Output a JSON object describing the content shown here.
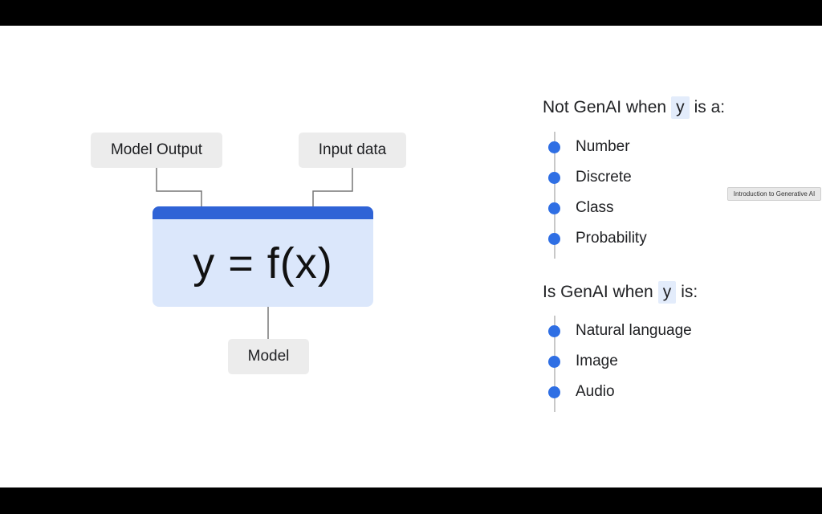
{
  "diagram": {
    "model_output_label": "Model Output",
    "input_data_label": "Input data",
    "formula": "y = f(x)",
    "model_label": "Model",
    "box_accent_color": "#2f63d6",
    "box_fill_color": "#dbe7fb"
  },
  "not_genai": {
    "heading_prefix": "Not GenAI when",
    "heading_var": "y",
    "heading_suffix": "is a:",
    "items": [
      "Number",
      "Discrete",
      "Class",
      "Probability"
    ]
  },
  "is_genai": {
    "heading_prefix": "Is GenAI when",
    "heading_var": "y",
    "heading_suffix": "is:",
    "items": [
      "Natural language",
      "Image",
      "Audio"
    ]
  },
  "tooltip": {
    "text": "Introduction to Generative AI"
  },
  "colors": {
    "bullet": "#2f6fe4",
    "label_box": "#ececec"
  }
}
